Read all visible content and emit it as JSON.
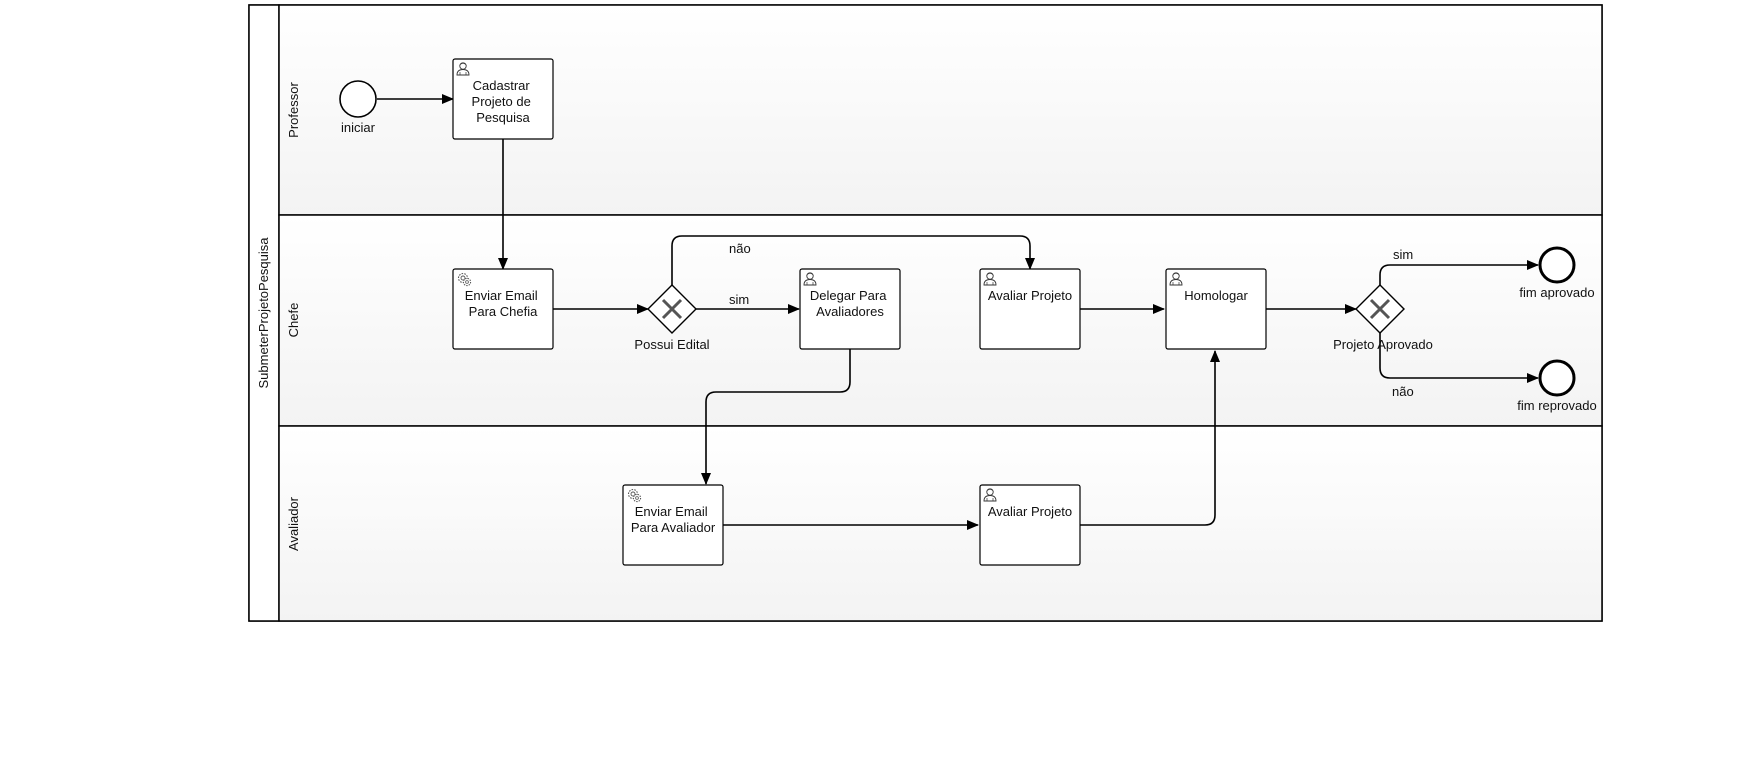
{
  "pool": {
    "label": "SubmeterProjetoPesquisa"
  },
  "lanes": [
    {
      "id": "professor",
      "label": "Professor"
    },
    {
      "id": "chefe",
      "label": "Chefe"
    },
    {
      "id": "avaliador",
      "label": "Avaliador"
    }
  ],
  "tasks": {
    "cadastrar": {
      "lines": [
        "Cadastrar",
        "Projeto de",
        "Pesquisa"
      ],
      "type": "user-task",
      "icon": "user-icon"
    },
    "email_chefia": {
      "lines": [
        "Enviar Email",
        "Para Chefia"
      ],
      "type": "service-task",
      "icon": "gear-icon"
    },
    "delegar": {
      "lines": [
        "Delegar Para",
        "Avaliadores"
      ],
      "type": "user-task",
      "icon": "user-icon"
    },
    "avaliar_chefe": {
      "lines": [
        "Avaliar Projeto"
      ],
      "type": "user-task",
      "icon": "user-icon"
    },
    "homologar": {
      "lines": [
        "Homologar"
      ],
      "type": "user-task",
      "icon": "user-icon"
    },
    "email_avaliador": {
      "lines": [
        "Enviar Email",
        "Para Avaliador"
      ],
      "type": "service-task",
      "icon": "gear-icon"
    },
    "avaliar_avaliador": {
      "lines": [
        "Avaliar Projeto"
      ],
      "type": "user-task",
      "icon": "user-icon"
    }
  },
  "events": {
    "start": {
      "label": "iniciar",
      "type": "start"
    },
    "end_aprovado": {
      "label": "fim aprovado",
      "type": "end"
    },
    "end_reprovado": {
      "label": "fim reprovado",
      "type": "end"
    }
  },
  "gateways": {
    "possui_edital": {
      "label": "Possui Edital",
      "type": "exclusive"
    },
    "projeto_aprovado": {
      "label": "Projeto Aprovado",
      "type": "exclusive"
    }
  },
  "flow_labels": {
    "possui_sim": "sim",
    "possui_nao": "não",
    "aprovado_sim": "sim",
    "aprovado_nao": "não"
  },
  "colors": {
    "stroke": "#000000",
    "lane_fill_top": "#ffffff",
    "lane_fill_bottom": "#f3f3f3"
  }
}
